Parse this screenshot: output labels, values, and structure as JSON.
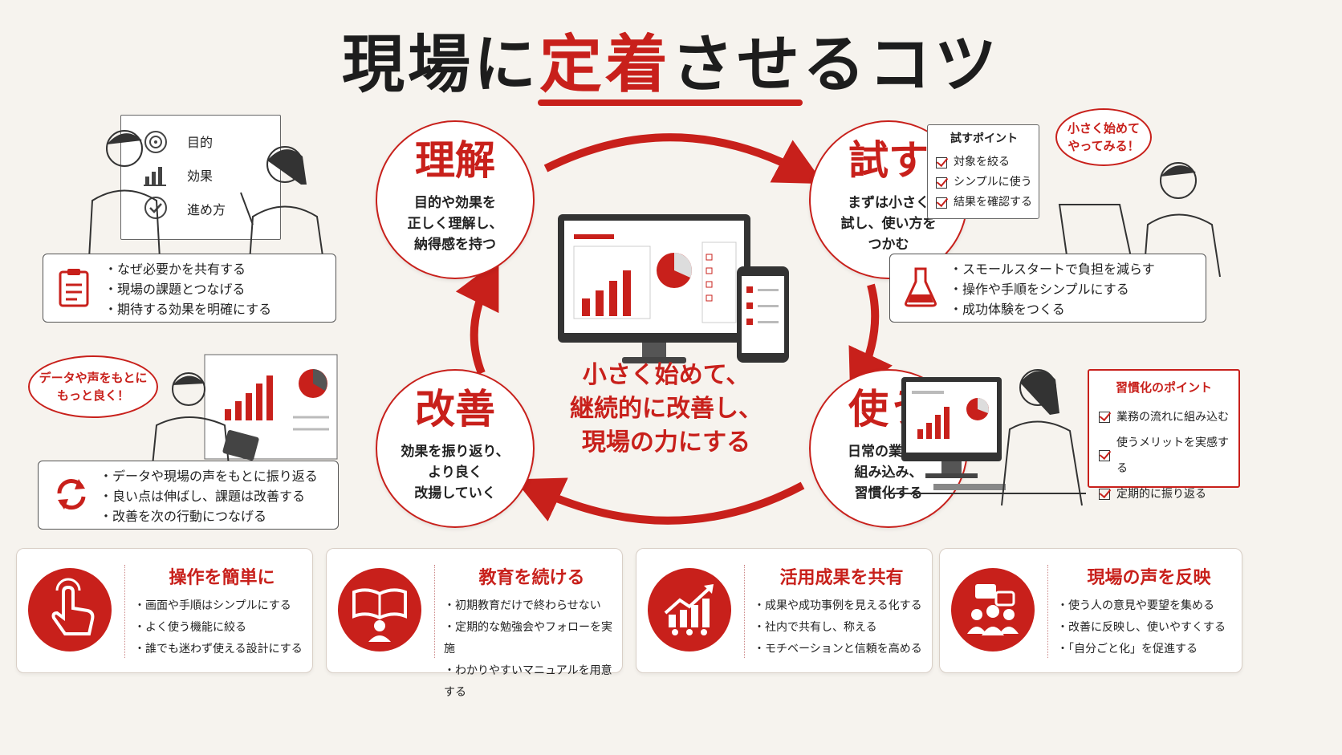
{
  "title": {
    "part1": "現場に",
    "highlight": "定着",
    "part2": "させるコツ"
  },
  "cycle": {
    "understand": {
      "heading": "理解",
      "lines": [
        "目的や効果を",
        "正しく理解し、",
        "納得感を持つ"
      ]
    },
    "try": {
      "heading": "試す",
      "lines": [
        "まずは小さく",
        "試し、使い方を",
        "つかむ"
      ]
    },
    "use": {
      "heading": "使う",
      "lines": [
        "日常の業務に",
        "組み込み、",
        "習慣化する"
      ]
    },
    "improve": {
      "heading": "改善",
      "lines": [
        "効果を振り返り、",
        "より良く",
        "改揚していく"
      ]
    }
  },
  "center": {
    "lines": [
      "小さく始めて、",
      "継続的に改善し、",
      "現場の力にする"
    ]
  },
  "whiteboard": {
    "items": [
      "目的",
      "効果",
      "進め方"
    ]
  },
  "understand_box": {
    "items": [
      "なぜ必要かを共有する",
      "現場の課題とつなげる",
      "期待する効果を明確にする"
    ]
  },
  "try_points": {
    "title": "試すポイント",
    "items": [
      "対象を絞る",
      "シンプルに使う",
      "結果を確認する"
    ]
  },
  "try_bubble": "小さく始めて\nやってみる！",
  "try_box": {
    "items": [
      "スモールスタートで負担を減らす",
      "操作や手順をシンプルにする",
      "成功体験をつくる"
    ]
  },
  "improve_bubble": "データや声をもとに\nもっと良く！",
  "improve_box": {
    "items": [
      "データや現場の声をもとに振り返る",
      "良い点は伸ばし、課題は改善する",
      "改善を次の行動につなげる"
    ]
  },
  "habit_points": {
    "title": "習慣化のポイント",
    "items": [
      "業務の流れに組み込む",
      "使うメリットを実感する",
      "定期的に振り返る"
    ]
  },
  "cards": [
    {
      "title": "操作を簡単に",
      "icon": "hand-pointer-icon",
      "items": [
        "画面や手順はシンプルにする",
        "よく使う機能に絞る",
        "誰でも迷わず使える設計にする"
      ]
    },
    {
      "title": "教育を続ける",
      "icon": "book-person-icon",
      "items": [
        "初期教育だけで終わらせない",
        "定期的な勉強会やフォローを実施",
        "わかりやすいマニュアルを用意する"
      ]
    },
    {
      "title": "活用成果を共有",
      "icon": "growth-chart-icon",
      "items": [
        "成果や成功事例を見える化する",
        "社内で共有し、称える",
        "モチベーションと信頼を高める"
      ]
    },
    {
      "title": "現場の声を反映",
      "icon": "team-feedback-icon",
      "items": [
        "使う人の意見や要望を集める",
        "改善に反映し、使いやすくする",
        "「自分ごと化」を促進する"
      ]
    }
  ],
  "colors": {
    "accent": "#c8201b",
    "background": "#f6f3ee"
  }
}
